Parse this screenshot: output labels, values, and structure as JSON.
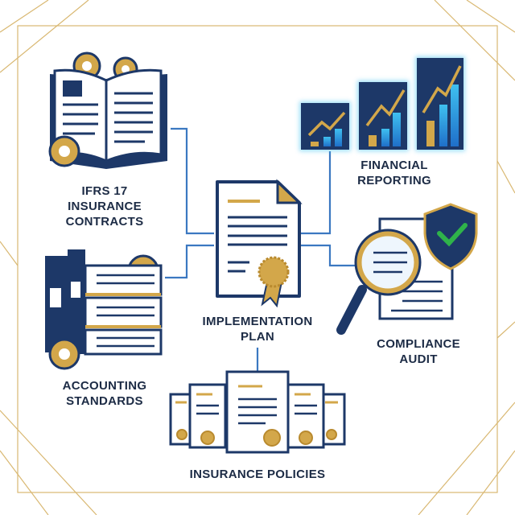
{
  "colors": {
    "navy": "#1d3868",
    "gold": "#d3a74a",
    "connector": "#3b78c1",
    "frame": "#d9b872",
    "check": "#2fb34a"
  },
  "nodes": {
    "ifrs17": {
      "line1": "IFRS 17",
      "line2": "INSURANCE CONTRACTS",
      "icon": "open-book-with-gears-icon"
    },
    "financial_reporting": {
      "line1": "FINANCIAL",
      "line2": "REPORTING",
      "icon": "growth-charts-icon"
    },
    "implementation_plan": {
      "line1": "IMPLEMENTATION",
      "line2": "PLAN",
      "icon": "certificate-document-icon"
    },
    "accounting_standards": {
      "line1": "ACCOUNTING",
      "line2": "STANDARDS",
      "icon": "binders-with-gears-icon"
    },
    "compliance_audit": {
      "line1": "COMPLIANCE",
      "line2": "AUDIT",
      "icon": "magnifier-shield-check-icon"
    },
    "insurance_policies": {
      "label": "INSURANCE POLICIES",
      "icon": "policy-documents-icon"
    }
  }
}
